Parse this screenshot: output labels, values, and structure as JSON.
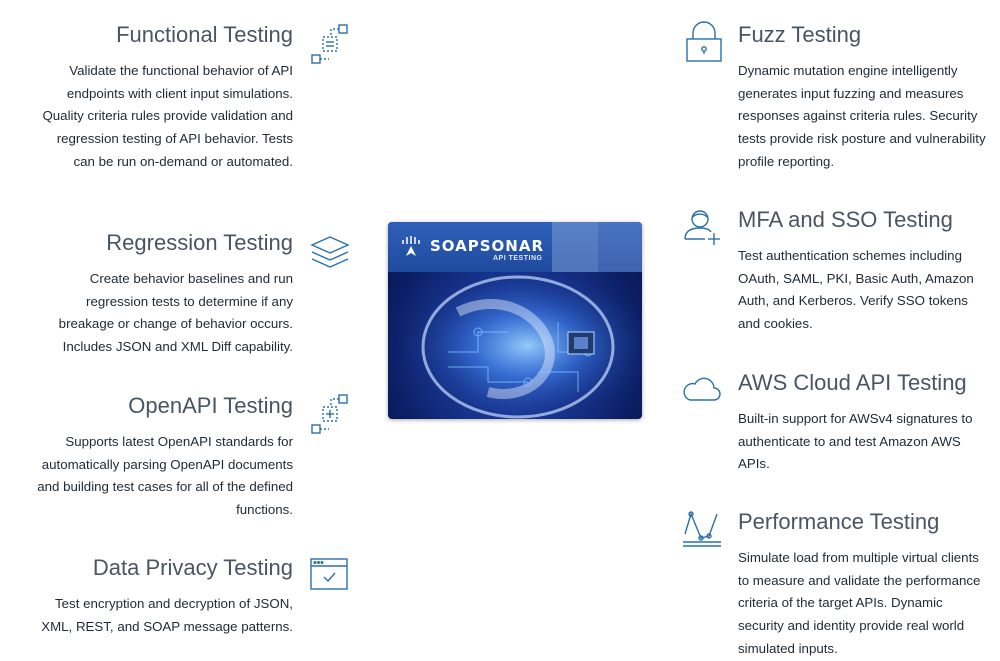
{
  "left_features": [
    {
      "title": "Functional Testing",
      "icon": "functional-flow-icon",
      "description": "Validate the functional behavior of API endpoints with client input simulations. Quality criteria rules provide validation and regression testing of API behavior. Tests can be run on-demand or automated."
    },
    {
      "title": "Regression Testing",
      "icon": "layers-icon",
      "description": "Create behavior baselines and run regression tests to determine if any breakage or change of behavior occurs. Includes JSON and XML Diff capability."
    },
    {
      "title": "OpenAPI Testing",
      "icon": "openapi-flow-icon",
      "description": "Supports latest OpenAPI standards for automatically parsing OpenAPI documents and building test cases for all of the defined functions."
    },
    {
      "title": "Data Privacy Testing",
      "icon": "browser-check-icon",
      "description": "Test encryption and decryption of JSON, XML, REST, and SOAP message patterns."
    }
  ],
  "right_features": [
    {
      "title": "Fuzz Testing",
      "icon": "lock-icon",
      "description": "Dynamic mutation engine intelligently generates input fuzzing and measures responses against criteria rules. Security tests provide risk posture and vulnerability profile reporting."
    },
    {
      "title": "MFA and SSO Testing",
      "icon": "add-user-icon",
      "description": "Test authentication schemes including OAuth, SAML, PKI, Basic Auth, Amazon Auth, and Kerberos. Verify SSO tokens and cookies."
    },
    {
      "title": "AWS Cloud API Testing",
      "icon": "cloud-icon",
      "description": "Built-in support for AWSv4 signatures to authenticate to and test Amazon AWS APIs."
    },
    {
      "title": "Performance Testing",
      "icon": "line-chart-icon",
      "description": "Simulate load from multiple virtual clients to measure and validate the performance criteria of the target APIs. Dynamic security and identity provide real world simulated inputs."
    }
  ],
  "product": {
    "brand": "SOAPSONAR",
    "subtitle": "API TESTING"
  },
  "colors": {
    "icon": "#2a70a8",
    "title": "#4a5563",
    "text": "#222c36"
  }
}
